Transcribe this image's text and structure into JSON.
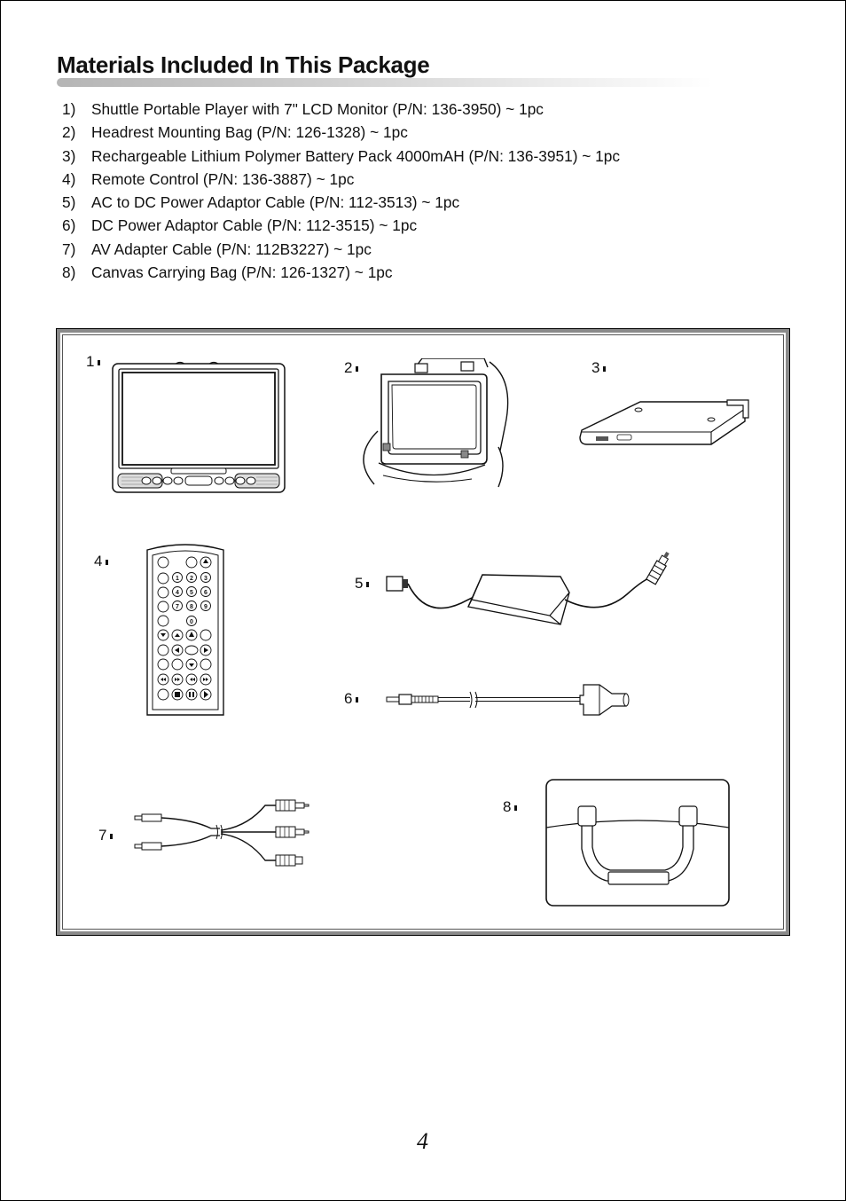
{
  "page": {
    "title": "Materials Included In This Package",
    "page_number": "4"
  },
  "items": [
    {
      "num": "1)",
      "text": "Shuttle Portable Player with 7\" LCD Monitor (P/N: 136-3950) ~ 1pc"
    },
    {
      "num": "2)",
      "text": "Headrest Mounting Bag (P/N: 126-1328) ~ 1pc"
    },
    {
      "num": "3)",
      "text": "Rechargeable Lithium Polymer Battery Pack 4000mAH (P/N: 136-3951) ~ 1pc"
    },
    {
      "num": "4)",
      "text": "Remote Control (P/N: 136-3887) ~ 1pc"
    },
    {
      "num": "5)",
      "text": "AC to DC Power Adaptor Cable (P/N: 112-3513) ~ 1pc"
    },
    {
      "num": "6)",
      "text": "DC Power Adaptor Cable (P/N: 112-3515) ~ 1pc"
    },
    {
      "num": "7)",
      "text": "AV Adapter Cable (P/N: 112B3227) ~ 1pc"
    },
    {
      "num": "8)",
      "text": "Canvas Carrying Bag (P/N: 126-1327) ~ 1pc"
    }
  ],
  "figure": {
    "labels": [
      "1",
      "2",
      "3",
      "4",
      "5",
      "6",
      "7",
      "8"
    ],
    "remote_keys": [
      "1",
      "2",
      "3",
      "4",
      "5",
      "6",
      "7",
      "8",
      "9",
      "0"
    ]
  }
}
